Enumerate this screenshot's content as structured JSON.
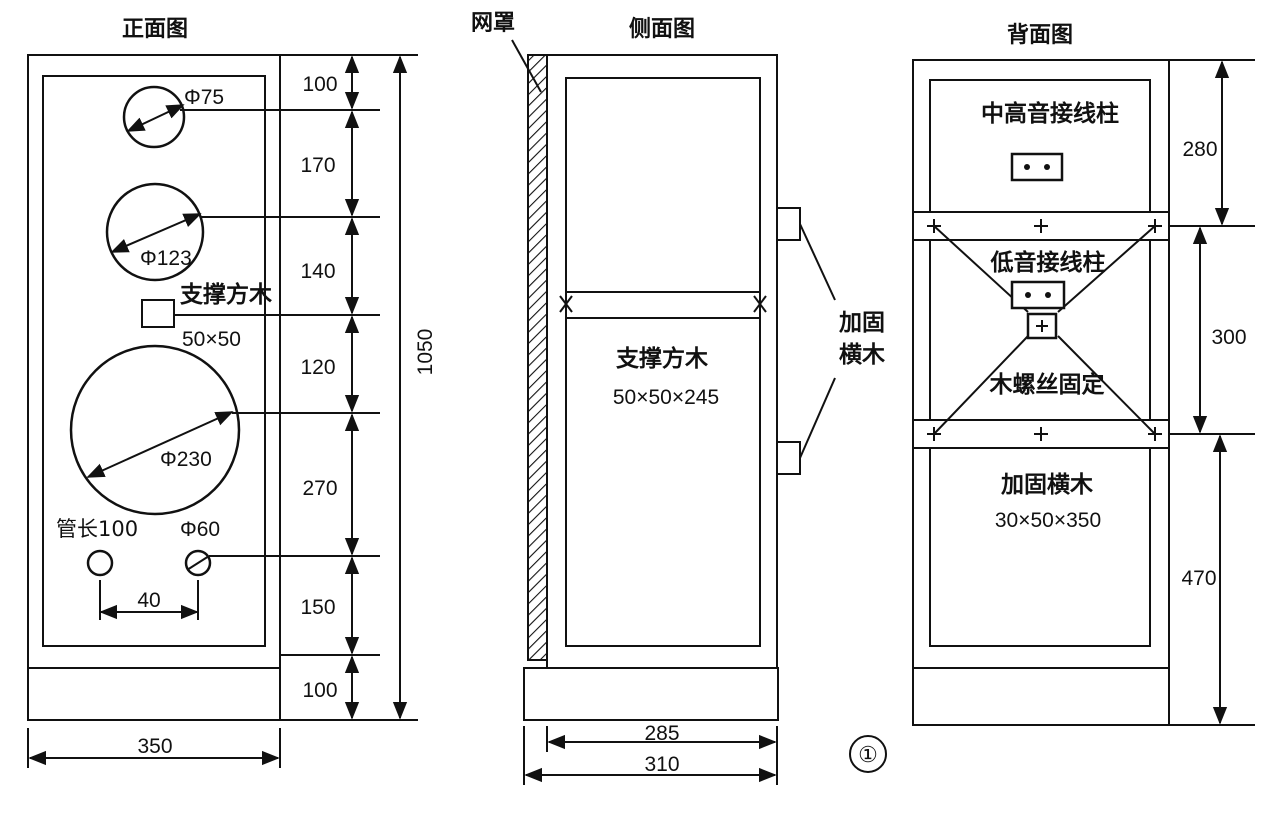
{
  "views": {
    "front": {
      "title": "正面图",
      "dims": [
        "100",
        "170",
        "140",
        "120",
        "270",
        "150",
        "100"
      ],
      "overall_height": "1050",
      "width": "350",
      "spacing": "40",
      "holes": {
        "tweeter": "Φ75",
        "mid": "Φ123",
        "woofer": "Φ230",
        "port": "Φ60",
        "port_length": "管长100"
      },
      "brace_label": "支撑方木",
      "brace_size": "50×50"
    },
    "side": {
      "title": "侧面图",
      "grille": "网罩",
      "brace_label": "支撑方木",
      "brace_size": "50×50×245",
      "reinforce_line1": "加固",
      "reinforce_line2": "横木",
      "depth_inner": "285",
      "depth_outer": "310"
    },
    "back": {
      "title": "背面图",
      "high_terminal": "中高音接线柱",
      "low_terminal": "低音接线柱",
      "screw_label": "木螺丝固定",
      "reinforce_label": "加固横木",
      "reinforce_size": "30×50×350",
      "dims": [
        "280",
        "300",
        "470"
      ]
    }
  },
  "figure_number": "①"
}
